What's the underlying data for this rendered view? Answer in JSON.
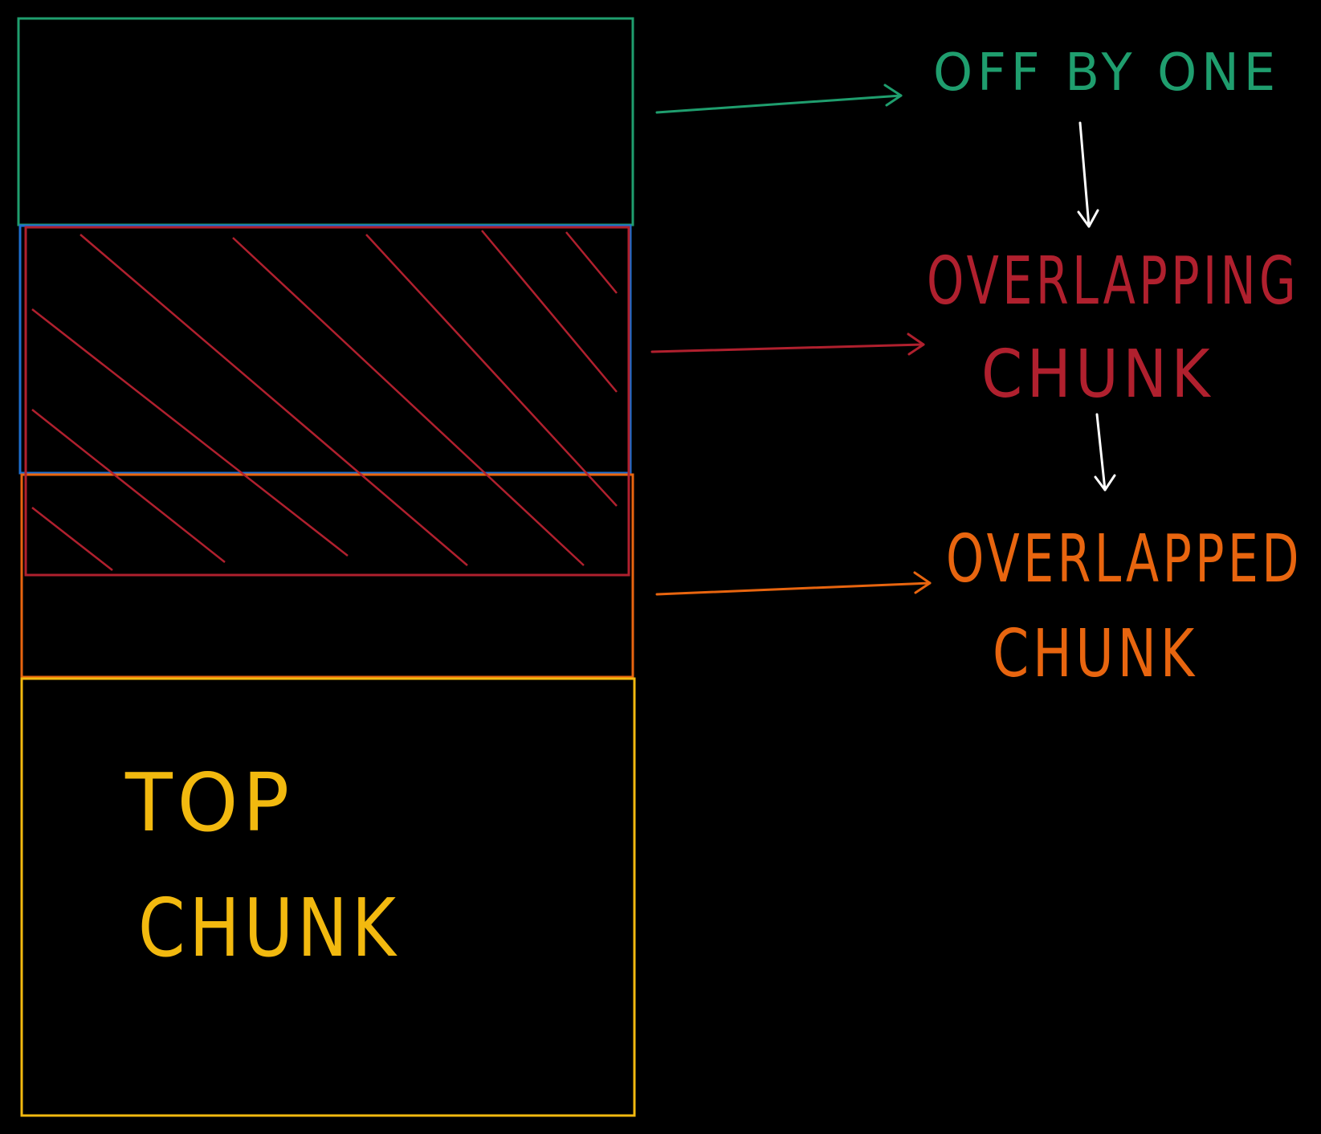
{
  "labels": {
    "off_by_one": "OFF BY ONE",
    "overlapping_line1": "OVERLAPPING",
    "overlapping_line2": "CHUNK",
    "overlapped_line1": "OVERLAPPED",
    "overlapped_line2": "CHUNK",
    "top_line1": "TOP",
    "top_line2": "CHUNK"
  },
  "colors": {
    "background": "#000000",
    "off_by_one": "#1f9e6e",
    "overlapping": "#b0202e",
    "overlapped": "#e8650f",
    "top": "#f2b90f",
    "flow_arrow": "#ffffff",
    "blue_chunk": "#1e6fd0"
  }
}
